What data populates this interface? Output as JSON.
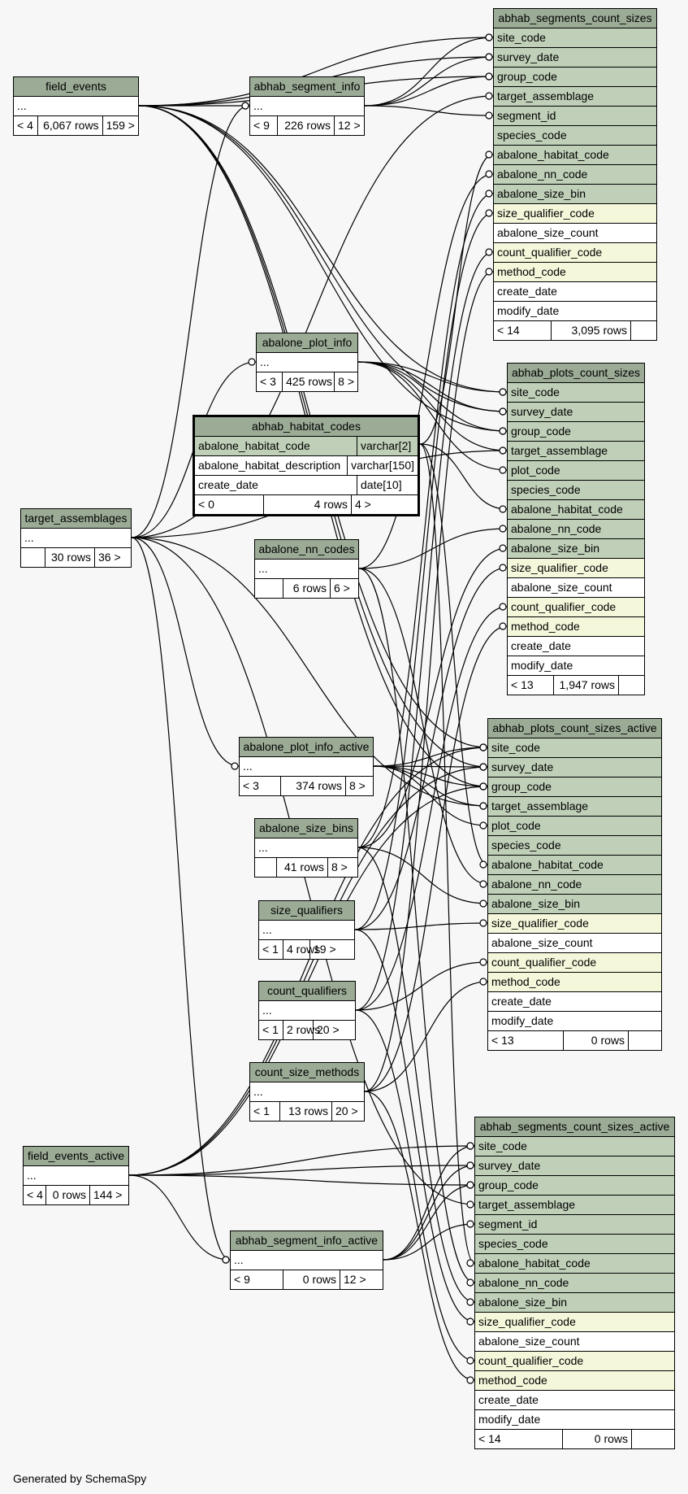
{
  "footer": "Generated by SchemaSpy",
  "tables": {
    "abhab_segments_count_sizes": {
      "name": "abhab_segments_count_sizes",
      "columns": [
        {
          "name": "site_code",
          "kind": "key"
        },
        {
          "name": "survey_date",
          "kind": "key"
        },
        {
          "name": "group_code",
          "kind": "key"
        },
        {
          "name": "target_assemblage",
          "kind": "key"
        },
        {
          "name": "segment_id",
          "kind": "key"
        },
        {
          "name": "species_code",
          "kind": "key"
        },
        {
          "name": "abalone_habitat_code",
          "kind": "key"
        },
        {
          "name": "abalone_nn_code",
          "kind": "key"
        },
        {
          "name": "abalone_size_bin",
          "kind": "key"
        },
        {
          "name": "size_qualifier_code",
          "kind": "fk"
        },
        {
          "name": "abalone_size_count",
          "kind": "plain"
        },
        {
          "name": "count_qualifier_code",
          "kind": "fk"
        },
        {
          "name": "method_code",
          "kind": "fk"
        },
        {
          "name": "create_date",
          "kind": "plain"
        },
        {
          "name": "modify_date",
          "kind": "plain"
        }
      ],
      "footer": [
        "< 14",
        "3,095 rows",
        ""
      ]
    },
    "field_events": {
      "name": "field_events",
      "columns": [
        {
          "name": "...",
          "kind": "plain"
        }
      ],
      "footer": [
        "< 4",
        "6,067 rows",
        "159 >"
      ]
    },
    "abhab_segment_info": {
      "name": "abhab_segment_info",
      "columns": [
        {
          "name": "...",
          "kind": "plain"
        }
      ],
      "footer": [
        "< 9",
        "226 rows",
        "12 >"
      ]
    },
    "abalone_plot_info": {
      "name": "abalone_plot_info",
      "columns": [
        {
          "name": "...",
          "kind": "plain"
        }
      ],
      "footer": [
        "< 3",
        "425 rows",
        "8 >"
      ]
    },
    "abhab_habitat_codes": {
      "name": "abhab_habitat_codes",
      "rows": [
        {
          "name": "abalone_habitat_code",
          "type": "varchar[2]",
          "kind": "key"
        },
        {
          "name": "abalone_habitat_description",
          "type": "varchar[150]",
          "kind": "plain"
        },
        {
          "name": "create_date",
          "type": "date[10]",
          "kind": "plain"
        }
      ],
      "footer": [
        "< 0",
        "4 rows",
        "4 >"
      ]
    },
    "abhab_plots_count_sizes": {
      "name": "abhab_plots_count_sizes",
      "columns": [
        {
          "name": "site_code",
          "kind": "key"
        },
        {
          "name": "survey_date",
          "kind": "key"
        },
        {
          "name": "group_code",
          "kind": "key"
        },
        {
          "name": "target_assemblage",
          "kind": "key"
        },
        {
          "name": "plot_code",
          "kind": "key"
        },
        {
          "name": "species_code",
          "kind": "key"
        },
        {
          "name": "abalone_habitat_code",
          "kind": "key"
        },
        {
          "name": "abalone_nn_code",
          "kind": "key"
        },
        {
          "name": "abalone_size_bin",
          "kind": "key"
        },
        {
          "name": "size_qualifier_code",
          "kind": "fk"
        },
        {
          "name": "abalone_size_count",
          "kind": "plain"
        },
        {
          "name": "count_qualifier_code",
          "kind": "fk"
        },
        {
          "name": "method_code",
          "kind": "fk"
        },
        {
          "name": "create_date",
          "kind": "plain"
        },
        {
          "name": "modify_date",
          "kind": "plain"
        }
      ],
      "footer": [
        "< 13",
        "1,947 rows",
        ""
      ]
    },
    "target_assemblages": {
      "name": "target_assemblages",
      "columns": [
        {
          "name": "...",
          "kind": "plain"
        }
      ],
      "footer": [
        "",
        "30 rows",
        "36 >"
      ]
    },
    "abalone_nn_codes": {
      "name": "abalone_nn_codes",
      "columns": [
        {
          "name": "...",
          "kind": "plain"
        }
      ],
      "footer": [
        "",
        "6 rows",
        "6 >"
      ]
    },
    "abhab_plots_count_sizes_active": {
      "name": "abhab_plots_count_sizes_active",
      "columns": [
        {
          "name": "site_code",
          "kind": "key"
        },
        {
          "name": "survey_date",
          "kind": "key"
        },
        {
          "name": "group_code",
          "kind": "key"
        },
        {
          "name": "target_assemblage",
          "kind": "key"
        },
        {
          "name": "plot_code",
          "kind": "key"
        },
        {
          "name": "species_code",
          "kind": "key"
        },
        {
          "name": "abalone_habitat_code",
          "kind": "key"
        },
        {
          "name": "abalone_nn_code",
          "kind": "key"
        },
        {
          "name": "abalone_size_bin",
          "kind": "key"
        },
        {
          "name": "size_qualifier_code",
          "kind": "fk"
        },
        {
          "name": "abalone_size_count",
          "kind": "plain"
        },
        {
          "name": "count_qualifier_code",
          "kind": "fk"
        },
        {
          "name": "method_code",
          "kind": "fk"
        },
        {
          "name": "create_date",
          "kind": "plain"
        },
        {
          "name": "modify_date",
          "kind": "plain"
        }
      ],
      "footer": [
        "< 13",
        "0 rows",
        ""
      ]
    },
    "abalone_plot_info_active": {
      "name": "abalone_plot_info_active",
      "columns": [
        {
          "name": "...",
          "kind": "plain"
        }
      ],
      "footer": [
        "< 3",
        "374 rows",
        "8 >"
      ]
    },
    "abalone_size_bins": {
      "name": "abalone_size_bins",
      "columns": [
        {
          "name": "...",
          "kind": "plain"
        }
      ],
      "footer": [
        "",
        "41 rows",
        "8 >"
      ]
    },
    "size_qualifiers": {
      "name": "size_qualifiers",
      "columns": [
        {
          "name": "...",
          "kind": "plain"
        }
      ],
      "footer": [
        "< 1",
        "4 rows",
        "19 >"
      ]
    },
    "count_qualifiers": {
      "name": "count_qualifiers",
      "columns": [
        {
          "name": "...",
          "kind": "plain"
        }
      ],
      "footer": [
        "< 1",
        "2 rows",
        "20 >"
      ]
    },
    "count_size_methods": {
      "name": "count_size_methods",
      "columns": [
        {
          "name": "...",
          "kind": "plain"
        }
      ],
      "footer": [
        "< 1",
        "13 rows",
        "20 >"
      ]
    },
    "field_events_active": {
      "name": "field_events_active",
      "columns": [
        {
          "name": "...",
          "kind": "plain"
        }
      ],
      "footer": [
        "< 4",
        "0 rows",
        "144 >"
      ]
    },
    "abhab_segment_info_active": {
      "name": "abhab_segment_info_active",
      "columns": [
        {
          "name": "...",
          "kind": "plain"
        }
      ],
      "footer": [
        "< 9",
        "0 rows",
        "12 >"
      ]
    },
    "abhab_segments_count_sizes_active": {
      "name": "abhab_segments_count_sizes_active",
      "columns": [
        {
          "name": "site_code",
          "kind": "key"
        },
        {
          "name": "survey_date",
          "kind": "key"
        },
        {
          "name": "group_code",
          "kind": "key"
        },
        {
          "name": "target_assemblage",
          "kind": "key"
        },
        {
          "name": "segment_id",
          "kind": "key"
        },
        {
          "name": "species_code",
          "kind": "key"
        },
        {
          "name": "abalone_habitat_code",
          "kind": "key"
        },
        {
          "name": "abalone_nn_code",
          "kind": "key"
        },
        {
          "name": "abalone_size_bin",
          "kind": "key"
        },
        {
          "name": "size_qualifier_code",
          "kind": "fk"
        },
        {
          "name": "abalone_size_count",
          "kind": "plain"
        },
        {
          "name": "count_qualifier_code",
          "kind": "fk"
        },
        {
          "name": "method_code",
          "kind": "fk"
        },
        {
          "name": "create_date",
          "kind": "plain"
        },
        {
          "name": "modify_date",
          "kind": "plain"
        }
      ],
      "footer": [
        "< 14",
        "0 rows",
        ""
      ]
    }
  },
  "colors": {
    "header": "#9bab96",
    "key": "#bfcfb8",
    "fk": "#f4f7da",
    "background": "#f7f7f7"
  }
}
